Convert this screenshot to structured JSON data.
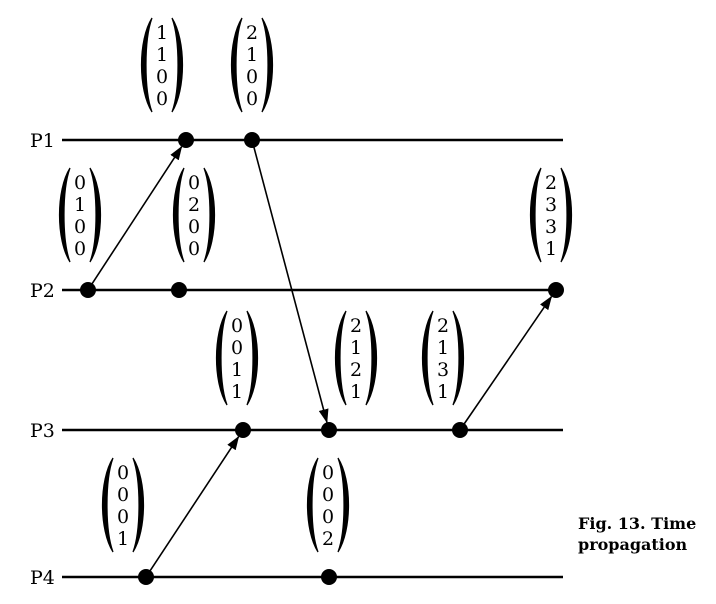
{
  "caption": {
    "line1": "Fig. 13. Time",
    "line2": "propagation"
  },
  "processes": [
    {
      "id": "P1",
      "label": "P1"
    },
    {
      "id": "P2",
      "label": "P2"
    },
    {
      "id": "P3",
      "label": "P3"
    },
    {
      "id": "P4",
      "label": "P4"
    }
  ],
  "events": [
    {
      "id": "p1a",
      "process": "P1",
      "vector": [
        "1",
        "1",
        "0",
        "0"
      ]
    },
    {
      "id": "p1b",
      "process": "P1",
      "vector": [
        "2",
        "1",
        "0",
        "0"
      ]
    },
    {
      "id": "p2a",
      "process": "P2",
      "vector": [
        "0",
        "1",
        "0",
        "0"
      ]
    },
    {
      "id": "p2b",
      "process": "P2",
      "vector": [
        "0",
        "2",
        "0",
        "0"
      ]
    },
    {
      "id": "p2c",
      "process": "P2",
      "vector": [
        "2",
        "3",
        "3",
        "1"
      ]
    },
    {
      "id": "p3a",
      "process": "P3",
      "vector": [
        "0",
        "0",
        "1",
        "1"
      ]
    },
    {
      "id": "p3b",
      "process": "P3",
      "vector": [
        "2",
        "1",
        "2",
        "1"
      ]
    },
    {
      "id": "p3c",
      "process": "P3",
      "vector": [
        "2",
        "1",
        "3",
        "1"
      ]
    },
    {
      "id": "p4a",
      "process": "P4",
      "vector": [
        "0",
        "0",
        "0",
        "1"
      ]
    },
    {
      "id": "p4b",
      "process": "P4",
      "vector": [
        "0",
        "0",
        "0",
        "2"
      ]
    }
  ],
  "messages": [
    {
      "from": "p2a",
      "to": "p1a"
    },
    {
      "from": "p1b",
      "to": "p3b"
    },
    {
      "from": "p4a",
      "to": "p3a"
    },
    {
      "from": "p3c",
      "to": "p2c"
    }
  ],
  "colors": {
    "ink": "#000000",
    "background": "#ffffff"
  }
}
